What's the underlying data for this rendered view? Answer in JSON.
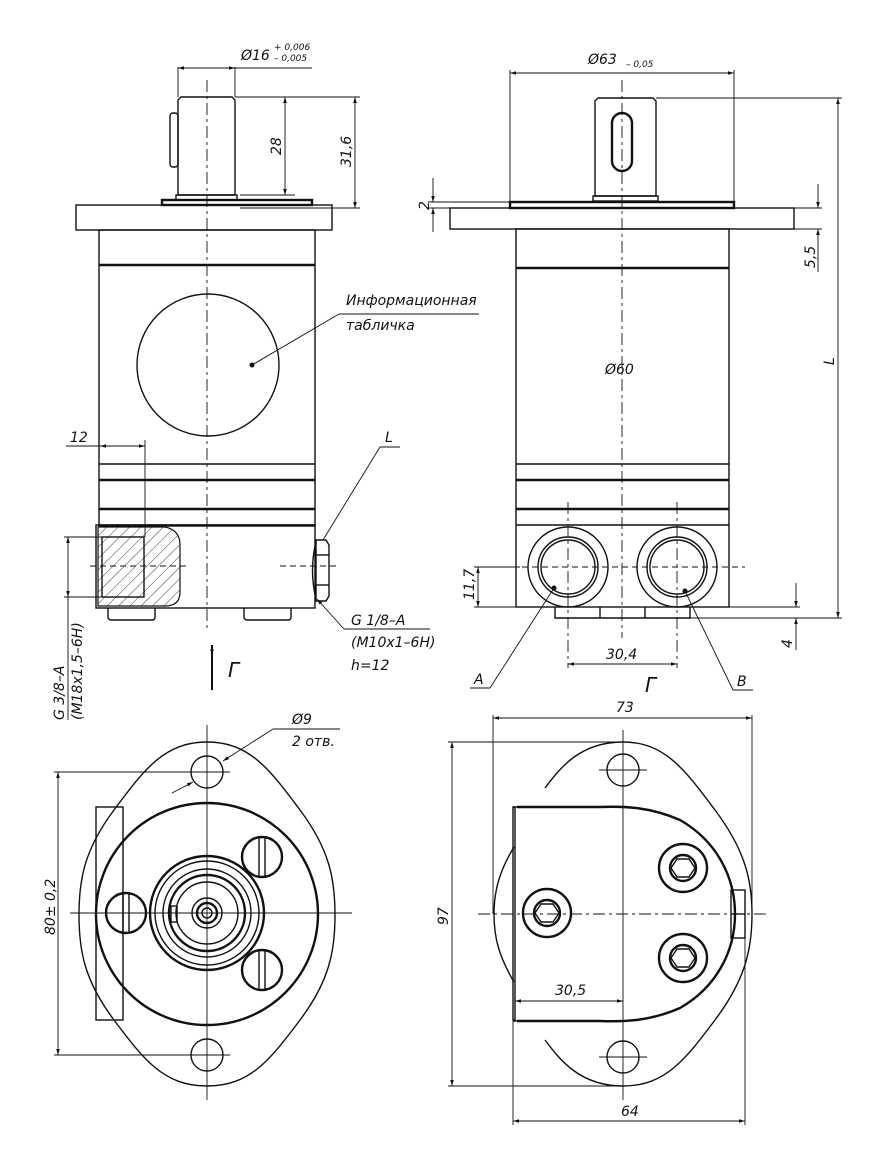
{
  "drawing": {
    "title": "Hydraulic motor – dimensional drawing",
    "views": {
      "front": {
        "shaft_diameter": "Ø16",
        "shaft_tol_upper": "+ 0,006",
        "shaft_tol_lower": "– 0,005",
        "shaft_length": "28",
        "shaft_total_height": "31,6",
        "nameplate_label_line1": "Информационная",
        "nameplate_label_line2": "табличка",
        "port_depth": "12",
        "drain_label": "L",
        "drain_thread_1": "G 1/8–A",
        "drain_thread_2": "(M10x1–6H)",
        "drain_depth": "h=12",
        "main_port_thread_1": "G 3/8–A",
        "main_port_thread_2": "(M18x1,5–6H)",
        "view_arrow_label": "Г"
      },
      "side": {
        "pilot_diameter": "Ø63",
        "pilot_tol": "– 0,05",
        "flange_offset": "2",
        "flange_thickness": "5,5",
        "body_diameter": "Ø60",
        "overall_length": "L",
        "port_height": "11,7",
        "foot_height": "4",
        "port_spacing": "30,4",
        "port_a_label": "A",
        "port_b_label": "B",
        "view_label": "Г"
      },
      "top": {
        "hole_diameter": "Ø9",
        "hole_count": "2 отв.",
        "bolt_spacing": "80± 0,2"
      },
      "bottom": {
        "width_overall": "73",
        "height_overall": "97",
        "offset": "30,5",
        "base_width": "64"
      }
    }
  }
}
